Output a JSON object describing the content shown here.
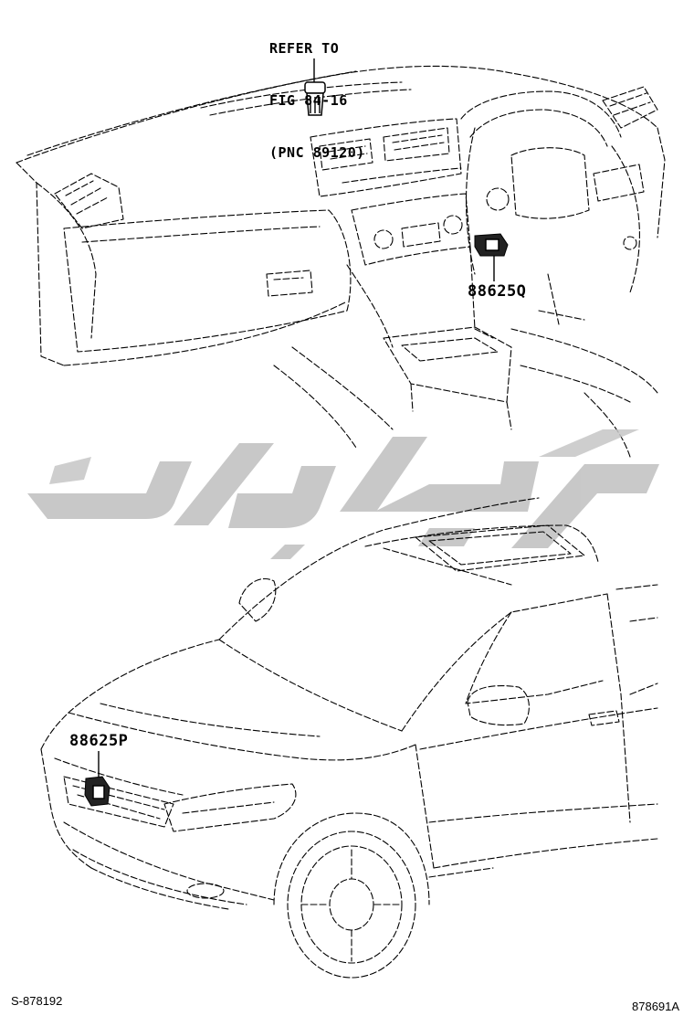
{
  "diagram": {
    "callout_lines": [
      "REFER TO",
      "FIG 84-16",
      "(PNC 89120)"
    ],
    "parts": [
      {
        "part_number": "88625Q",
        "location": "dashboard-lower"
      },
      {
        "part_number": "88625P",
        "location": "front-grille"
      }
    ],
    "watermark_text": "تویوتا",
    "footer_left": "S-878192",
    "footer_right": "878691A",
    "colors": {
      "line": "#000000",
      "watermark": "#c6c6c6",
      "background": "#ffffff"
    }
  }
}
